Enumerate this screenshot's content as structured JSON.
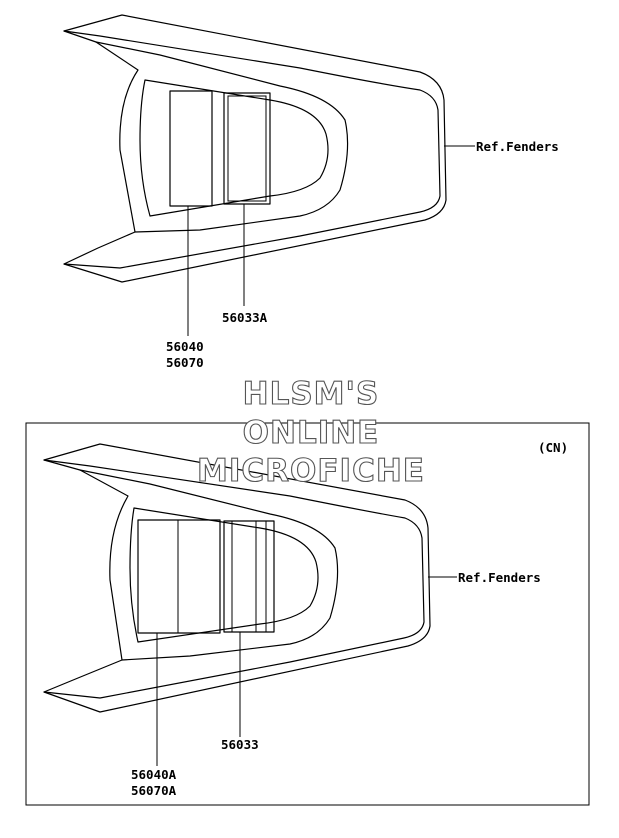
{
  "diagram_top": {
    "ref_label": "Ref.Fenders",
    "part_left_1": "56040",
    "part_left_2": "56070",
    "part_right": "56033A"
  },
  "diagram_bottom": {
    "region_tag": "(CN)",
    "ref_label": "Ref.Fenders",
    "part_left_1": "56040A",
    "part_left_2": "56070A",
    "part_right": "56033"
  },
  "watermark": {
    "line1": "HLSM'S",
    "line2": "ONLINE",
    "line3": "MICROFICHE"
  }
}
